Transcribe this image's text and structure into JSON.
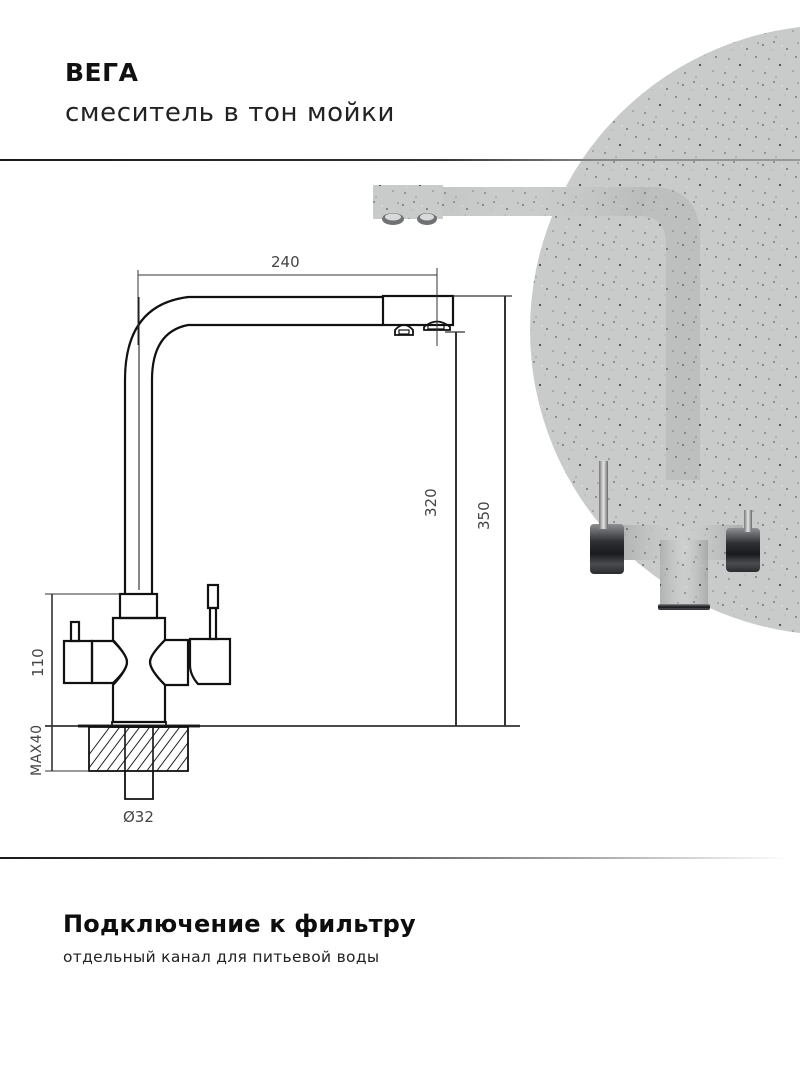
{
  "header": {
    "title": "ВЕГА",
    "subtitle": "смеситель в тон мойки"
  },
  "drawing": {
    "dimensions": {
      "spout_reach": "240",
      "spout_height": "320",
      "total_height": "350",
      "body_height": "110",
      "max_countertop": "MAX40",
      "pipe_diameter": "Ø32"
    }
  },
  "product_image": {
    "description": "stone-colored kitchen faucet with filter channel on speckled granite circle",
    "colors": {
      "granite": "#c9cccb",
      "chrome": "#3a3a3c"
    }
  },
  "footer": {
    "title": "Подключение к фильтру",
    "subtitle": "отдельный канал для питьевой воды"
  }
}
